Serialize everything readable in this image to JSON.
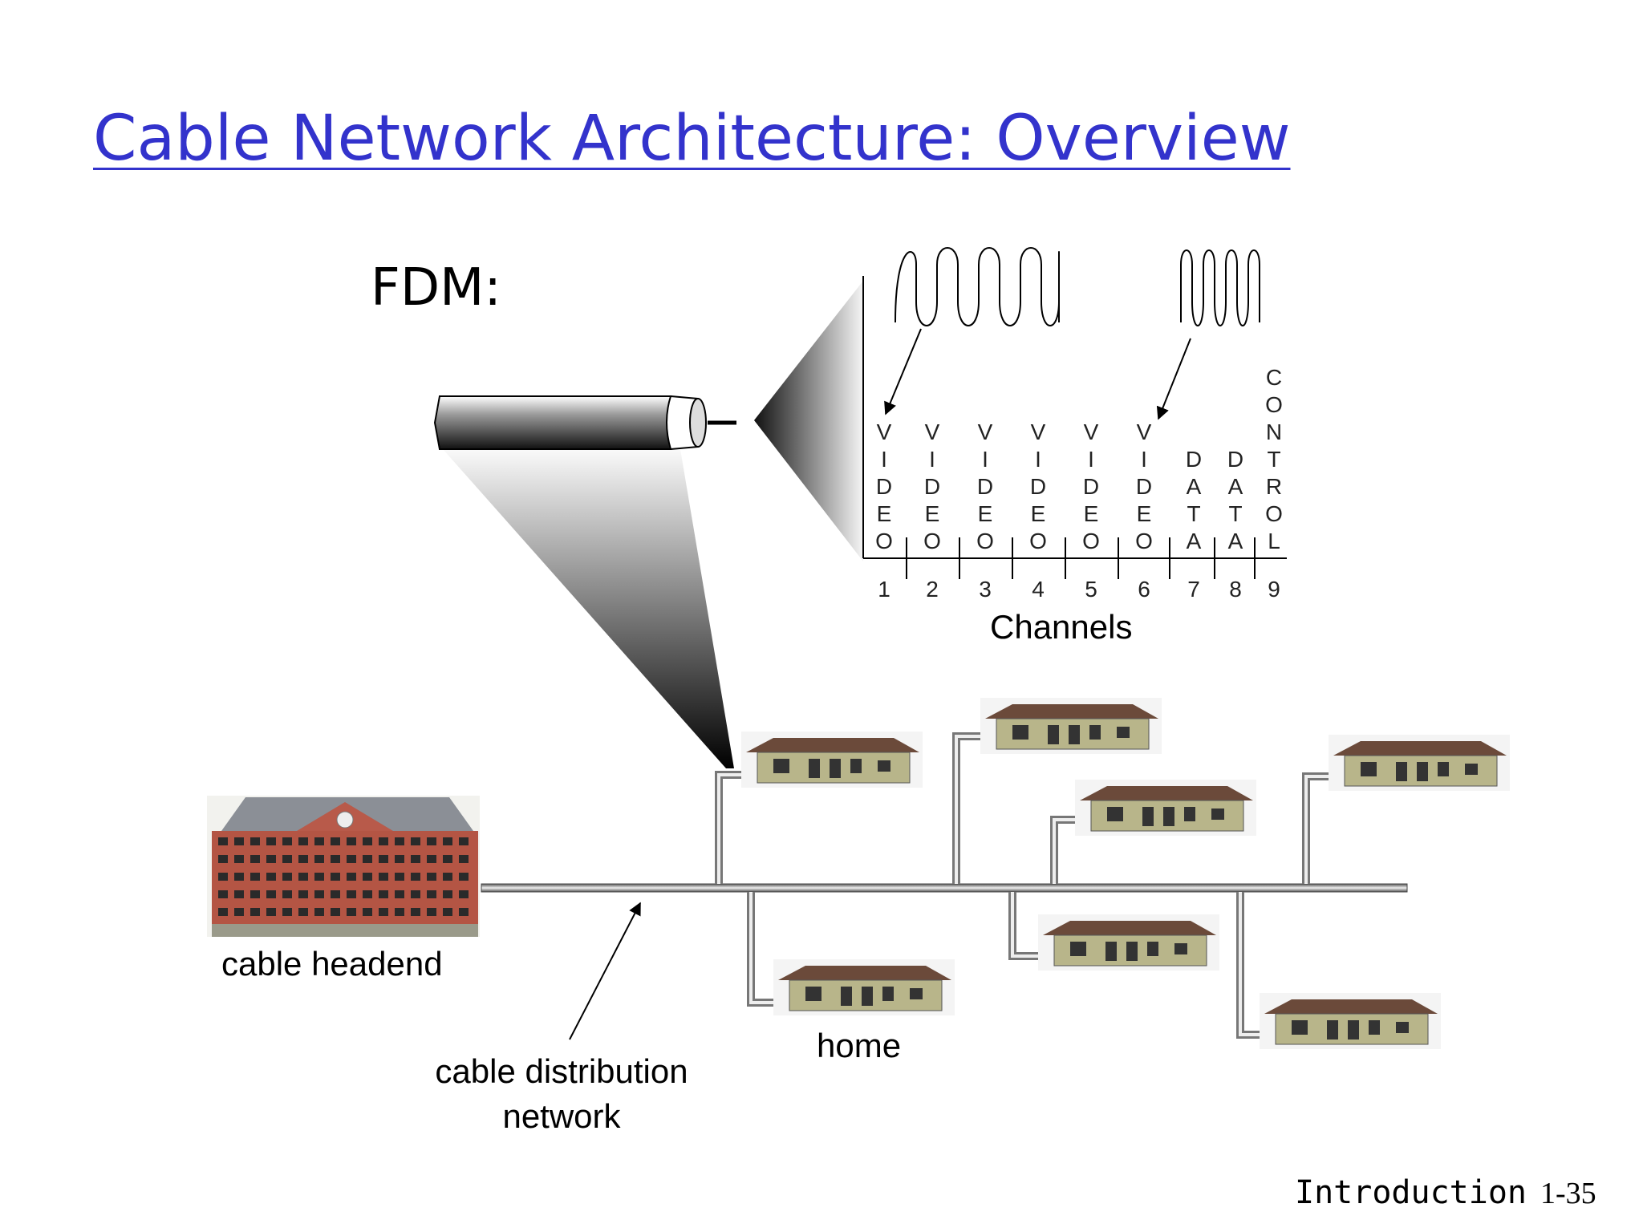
{
  "slide": {
    "title": "Cable Network Architecture: Overview",
    "fdm_label": "FDM:",
    "footer_section": "Introduction",
    "footer_page": "1-35"
  },
  "fdm_chart": {
    "axis_label": "Channels",
    "channels": [
      {
        "number": "1",
        "letters": [
          "V",
          "I",
          "D",
          "E",
          "O"
        ]
      },
      {
        "number": "2",
        "letters": [
          "V",
          "I",
          "D",
          "E",
          "O"
        ]
      },
      {
        "number": "3",
        "letters": [
          "V",
          "I",
          "D",
          "E",
          "O"
        ]
      },
      {
        "number": "4",
        "letters": [
          "V",
          "I",
          "D",
          "E",
          "O"
        ]
      },
      {
        "number": "5",
        "letters": [
          "V",
          "I",
          "D",
          "E",
          "O"
        ]
      },
      {
        "number": "6",
        "letters": [
          "V",
          "I",
          "D",
          "E",
          "O"
        ]
      },
      {
        "number": "7",
        "letters": [
          "D",
          "A",
          "T",
          "A"
        ]
      },
      {
        "number": "8",
        "letters": [
          "D",
          "A",
          "T",
          "A"
        ]
      },
      {
        "number": "9",
        "letters": [
          "C",
          "O",
          "N",
          "T",
          "R",
          "O",
          "L"
        ]
      }
    ]
  },
  "labels": {
    "headend": "cable headend",
    "home": "home",
    "distribution_line1": "cable distribution",
    "distribution_line2": "network"
  },
  "colors": {
    "title": "#3333cc",
    "house_wall": "#b8b58a",
    "house_roof": "#6b4a3a",
    "cable": "#888888"
  }
}
